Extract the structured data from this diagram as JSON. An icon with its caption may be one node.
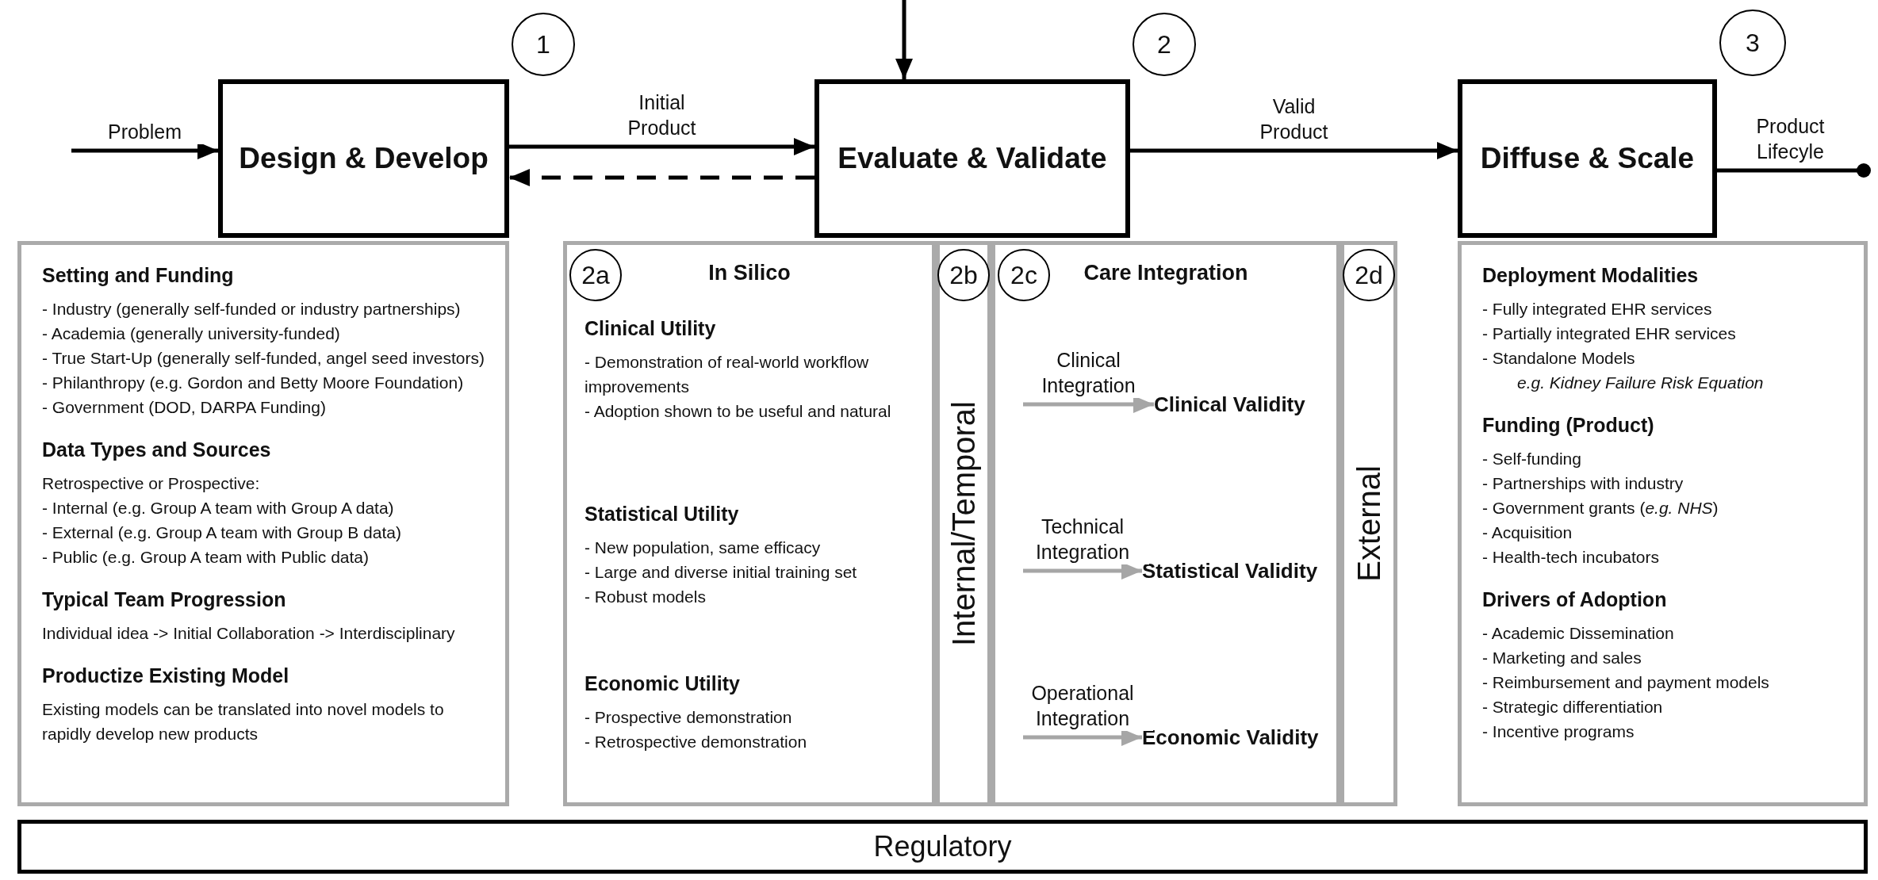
{
  "diagram": {
    "nodes": [
      {
        "text": [
          "Design & Develop"
        ]
      },
      {
        "text": [
          "1"
        ]
      },
      {
        "text": [
          "Evaluate & Validate"
        ]
      },
      {
        "text": [
          "2"
        ]
      },
      {
        "text": [
          "Diffuse & Scale"
        ]
      },
      {
        "text": [
          "3"
        ]
      },
      {
        "text": [
          "Setting and Funding",
          "- Industry (generally self-funded or industry partnerships)",
          "- Academia (generally university-funded)",
          "- True Start-Up (generally self-funded, angel seed investors)",
          "- Philanthropy (e.g. Gordon and Betty Moore Foundation)",
          "- Government (DOD, DARPA Funding)",
          "Data Types and Sources",
          "Retrospective or Prospective:",
          "- Internal (e.g. Group A team with Group A data)",
          "- External (e.g. Group A team with Group B data)",
          "- Public (e.g. Group A team with Public data)",
          "Typical Team Progression",
          "Individual idea -> Initial Collaboration -> Interdisciplinary",
          "Productize Existing Model",
          "Existing models can be translated into novel models to rapidly develop new products"
        ]
      },
      {
        "text": [
          "In Silico",
          "Clinical Utility",
          "- Demonstration of real-world workflow improvements",
          "- Adoption shown to be useful and natural",
          "Statistical Utility",
          "- New population, same efficacy",
          "- Large and diverse initial training set",
          "- Robust models",
          "Economic Utility",
          "- Prospective demonstration",
          "- Retrospective demonstration"
        ]
      },
      {
        "text": [
          "2a"
        ],
        "in": 7
      },
      {
        "text": [
          "Internal/Temporal"
        ]
      },
      {
        "text": [
          "2b"
        ],
        "in": 9
      },
      {
        "text": [
          "Care Integration"
        ]
      },
      {
        "text": [
          "2c"
        ],
        "in": 11
      },
      {
        "text": [
          "Clinical Validity"
        ],
        "in": 11
      },
      {
        "text": [
          "Statistical Validity"
        ],
        "in": 11
      },
      {
        "text": [
          "Economic Validity"
        ],
        "in": 11
      },
      {
        "text": [
          "External"
        ]
      },
      {
        "text": [
          "2d"
        ],
        "in": 16
      },
      {
        "text": [
          "Deployment Modalities",
          "- Fully integrated EHR services",
          "- Partially integrated EHR services",
          "- Standalone Models",
          "e.g. Kidney Failure Risk Equation",
          "Funding (Product)",
          "- Self-funding",
          "- Partnerships with industry",
          "- Government grants (*e.g. NHS*)",
          "- Acquisition",
          "- Health-tech incubators",
          "Drivers of Adoption",
          "- Academic Dissemination",
          "- Marketing and sales",
          "- Reimbursement and payment models",
          "- Strategic differentiation",
          "- Incentive programs"
        ]
      },
      {
        "text": [
          "Regulatory"
        ]
      }
    ],
    "edges": [
      {
        "from": null,
        "to": 0,
        "arrow": "to",
        "label": "Problem"
      },
      {
        "from": 0,
        "to": 2,
        "arrow": "to",
        "label": "Initial Product"
      },
      {
        "from": 2,
        "to": 0,
        "arrow": "to",
        "style": "dashed"
      },
      {
        "from": null,
        "to": 2,
        "arrow": "to"
      },
      {
        "from": 2,
        "to": 4,
        "arrow": "to",
        "label": "Valid Product"
      },
      {
        "from": 4,
        "to": null,
        "arrow": "other",
        "label": "Product Lifecyle"
      },
      {
        "from": null,
        "to": 13,
        "arrow": "to",
        "label": "Clinical Integration",
        "color": "#a6a6a6"
      },
      {
        "from": null,
        "to": 14,
        "arrow": "to",
        "label": "Technical Integration",
        "color": "#a6a6a6"
      },
      {
        "from": null,
        "to": 15,
        "arrow": "to",
        "label": "Operational Integration",
        "color": "#a6a6a6"
      }
    ]
  }
}
